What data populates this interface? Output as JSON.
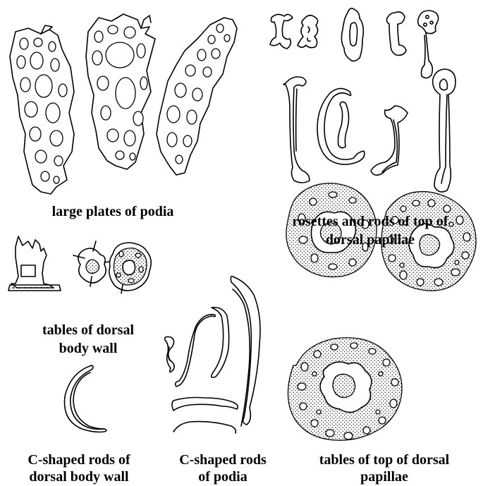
{
  "captions": {
    "large_plates": "large plates of podia",
    "rosettes_line1": "rosettes and rods of top of",
    "rosettes_line2": "dorsal papillae",
    "tables_dorsal_line1": "tables of dorsal",
    "tables_dorsal_line2": "body wall",
    "c_rods_dorsal_line1": "C-shaped rods of",
    "c_rods_dorsal_line2": "dorsal body wall",
    "c_rods_podia_line1": "C-shaped rods",
    "c_rods_podia_line2": "of podia",
    "tables_top_line1": "tables of top of dorsal",
    "tables_top_line2": "papillae"
  },
  "style": {
    "ink": "#000000",
    "paper": "#ffffff"
  }
}
